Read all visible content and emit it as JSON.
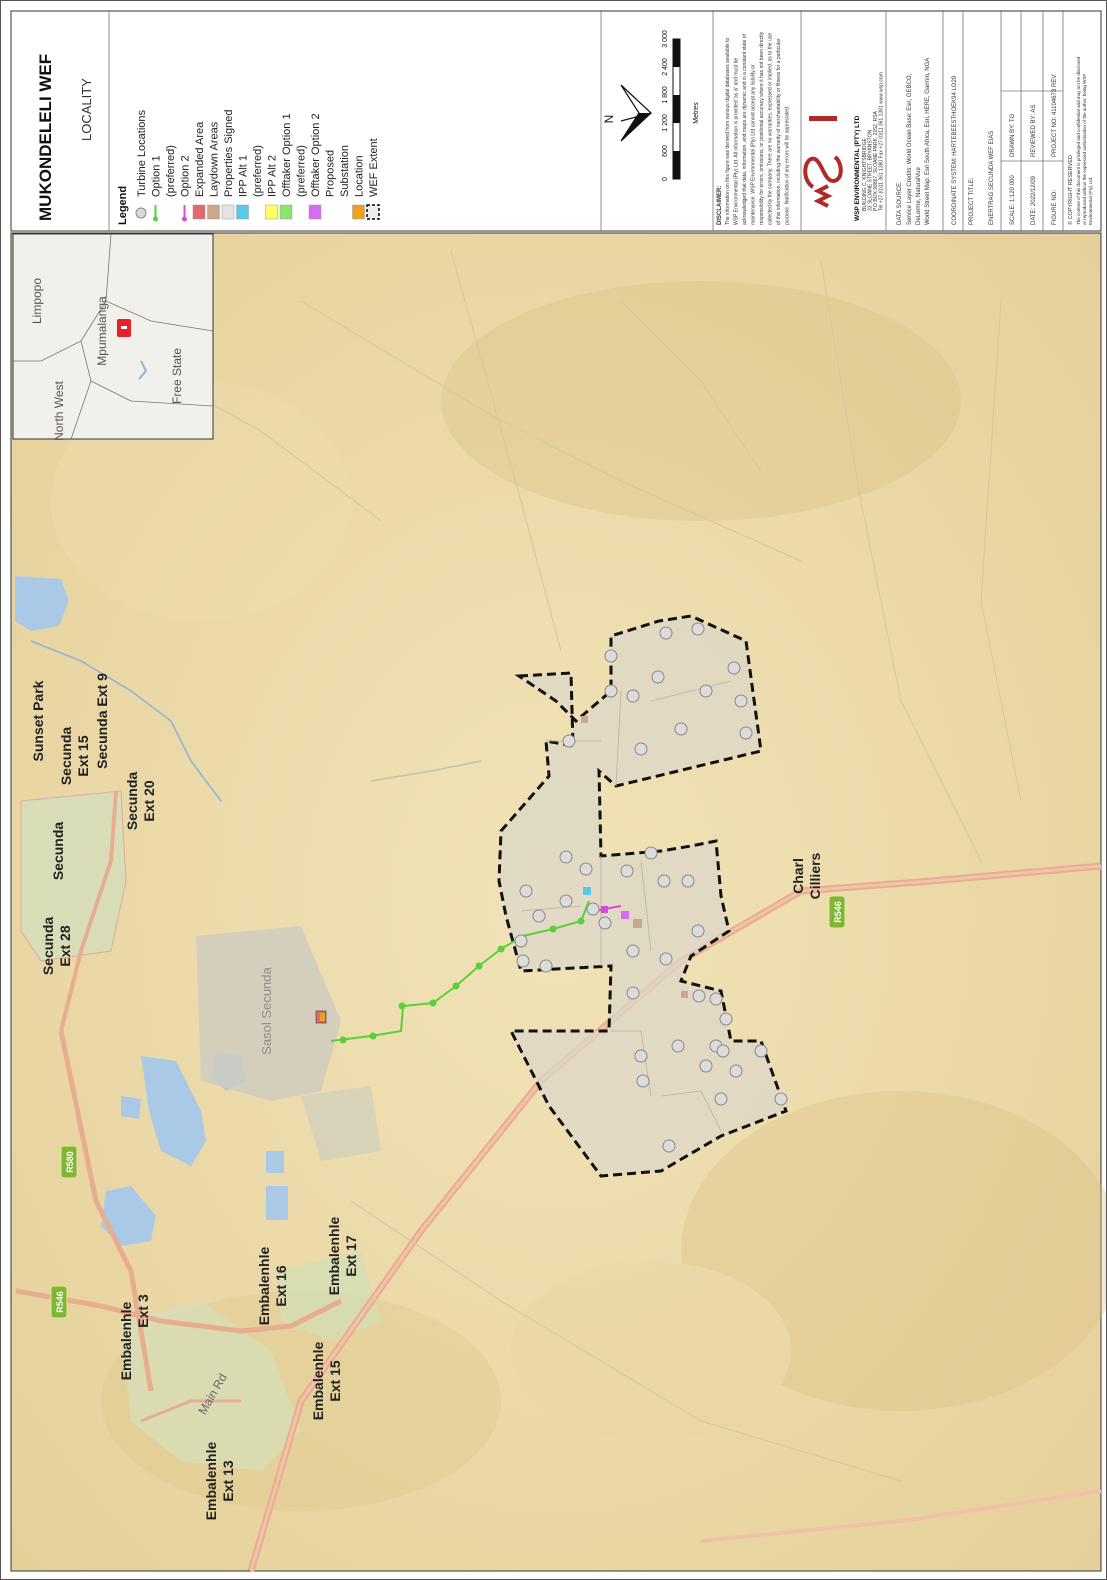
{
  "title": {
    "name": "MUKONDELELI WEF",
    "subtitle": "LOCALITY"
  },
  "legend": {
    "heading": "Legend",
    "items": [
      {
        "label": "Turbine Locations",
        "symbol": "circle",
        "color": "#d9d9d9"
      },
      {
        "label": "Option 1",
        "symbol": "line-green",
        "color": "#5ad13a"
      },
      {
        "label": "(preferred)",
        "symbol": "none",
        "color": ""
      },
      {
        "label": "Option 2",
        "symbol": "line-magenta",
        "color": "#d44be0"
      },
      {
        "label": "Expanded Area",
        "symbol": "box",
        "color": "#e06a6a"
      },
      {
        "label": "Laydown Areas",
        "symbol": "box",
        "color": "#c8a98e"
      },
      {
        "label": "Properties Signed",
        "symbol": "box",
        "color": "#e3e3e3"
      },
      {
        "label": "IPP Alt 1",
        "symbol": "box",
        "color": "#57c8ee"
      },
      {
        "label": "(preferred)",
        "symbol": "none",
        "color": ""
      },
      {
        "label": "IPP Alt 2",
        "symbol": "box",
        "color": "#ffff60"
      },
      {
        "label": "Offtaker Option 1",
        "symbol": "box",
        "color": "#8ee36a"
      },
      {
        "label": "(preferred)",
        "symbol": "none",
        "color": ""
      },
      {
        "label": "Offtaker Option 2",
        "symbol": "box",
        "color": "#d86cf0"
      },
      {
        "label": "Proposed",
        "symbol": "none",
        "color": ""
      },
      {
        "label": "Substation",
        "symbol": "none",
        "color": ""
      },
      {
        "label": "Location",
        "symbol": "box",
        "color": "#f0a020"
      },
      {
        "label": "WEF Extent",
        "symbol": "dashed-box",
        "color": "#000000"
      }
    ]
  },
  "scale_bar": {
    "ticks": [
      "0",
      "600",
      "1 200",
      "1 800",
      "2 400",
      "3 000"
    ],
    "unit": "Metres",
    "north": "N"
  },
  "disclaimer": {
    "heading": "DISCLAIMER:",
    "lines": [
      "The information on this figure was derived from various digital databases available to",
      "WSP Environmental (Pty) Ltd. All information is provided 'as is' and must be",
      "acknowledged that data, information, and maps are dynamic and in a constant state of",
      "maintenance. WSP Environmental (Pty) Ltd cannot accept any liability or",
      "responsibility for errors, omissions, or positional accuracy where it has not been directly",
      "collected by the company. There are no warranties, expressed or implied, as to the use",
      "of this information, including the warranty of merchantability or fitness for a particular",
      "purpose. Notification of any errors will be appreciated."
    ]
  },
  "company": {
    "logo": "wsp",
    "name": "WSP ENVIRONMENTAL (PTY) LTD",
    "address_lines": [
      "BUILDING C, KNIGHTSBRIDGE",
      "33 SLOANE STREET, BRYANSTON",
      "P.O BOX 98867, SLOANE PARK, 2152, RSA",
      "Tel +27 (0)11 361 1380  Fax +27 (0)11 361 1381  www.wsp.com"
    ]
  },
  "data_source": {
    "heading": "DATA SOURCE:",
    "lines": [
      "Service Layer Credits: World Ocean Base: Esri, GEBCO,",
      "DeLorme, NaturalVue",
      "World Street Map: Esri South Africa, Esri, HERE, Garmin, NGA"
    ]
  },
  "coordinate_system": "COORDINATE SYSTEM:  HARTEBEESTHOEK94 LO29",
  "project_title": {
    "heading": "PROJECT TITLE:",
    "value": "ENERTRAG SECUNDA WEF EIAS"
  },
  "info_rows": [
    {
      "a": "SCALE:   1:120 000",
      "b": "DRAWN BY: TG",
      "c": ""
    },
    {
      "a": "DATE:  2022/12/09",
      "b": "REVIEWED BY: AS",
      "c": ""
    },
    {
      "a": "FIGURE NO:",
      "b": "PROJECT NO: 41104673",
      "c": "REV:"
    }
  ],
  "copyright": {
    "heading": "© COPYRIGHT RESERVED",
    "lines": [
      "The content of this document is privileged and confidential and may not be disclosed",
      "or reproduced without the expressed authorisation of the author, being WSP",
      "Environmental (Pty) Ltd."
    ]
  },
  "inset_map": {
    "labels": [
      "Limpopo",
      "Mpumalanga",
      "North West",
      "Free State"
    ],
    "marker_color": "#e8202a"
  },
  "map_labels": {
    "sunset_park": "Sunset Park",
    "secunda_ext15": [
      "Secunda",
      "Ext 15"
    ],
    "secunda_ext9": "Secunda Ext 9",
    "secunda": "Secunda",
    "secunda_ext20": [
      "Secunda",
      "Ext 20"
    ],
    "secunda_ext28": [
      "Secunda",
      "Ext 28"
    ],
    "sasol": "Sasol Secunda",
    "charl": [
      "Charl",
      "Cilliers"
    ],
    "embalenhle_ext3": [
      "Embalenhle",
      "Ext 3"
    ],
    "embalenhle_ext16": [
      "Embalenhle",
      "Ext 16"
    ],
    "embalenhle_ext17": [
      "Embalenhle",
      "Ext 17"
    ],
    "embalenhle_ext15": [
      "Embalenhle",
      "Ext 15"
    ],
    "embalenhle_ext13": [
      "Embalenhle",
      "Ext 13"
    ],
    "main_rd": "Main Rd",
    "r580": "R580",
    "r546": "R546",
    "r548": "R546"
  }
}
